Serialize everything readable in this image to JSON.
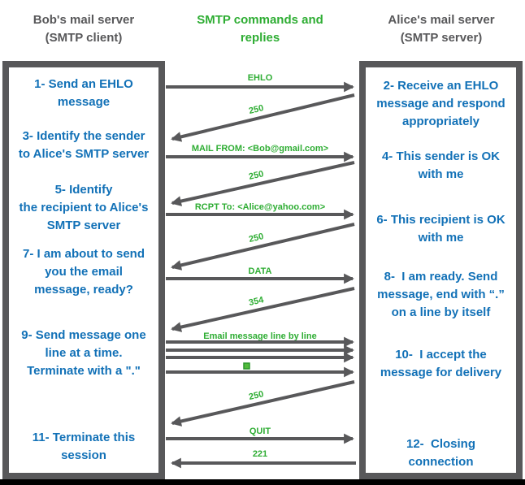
{
  "title": "SMTP client-server exchange diagram",
  "colors": {
    "gray": "#58585a",
    "green": "#2ead33",
    "blue": "#1271b7",
    "black": "#000000",
    "dot_fill": "#52bb3c",
    "dot_border": "#2b972b"
  },
  "headers": {
    "client": {
      "lines": [
        "Bob's mail server",
        "(SMTP client)"
      ]
    },
    "middle": {
      "lines": [
        "SMTP commands and",
        "replies"
      ]
    },
    "server": {
      "lines": [
        "Alice's mail server",
        "(SMTP server)"
      ]
    }
  },
  "client_box": {
    "steps": [
      {
        "lines": [
          "1- Send an EHLO",
          "message"
        ]
      },
      {
        "lines": [
          "3- Identify the sender",
          "to Alice's SMTP server"
        ]
      },
      {
        "lines": [
          "5- Identify",
          "the recipient to Alice's",
          "SMTP server"
        ]
      },
      {
        "lines": [
          "7- I am about to send",
          "you the email",
          "message, ready?"
        ]
      },
      {
        "lines": [
          "9- Send message one",
          "line at a time.",
          "Terminate with a \".\""
        ]
      },
      {
        "lines": [
          "11- Terminate this",
          "session"
        ]
      }
    ]
  },
  "server_box": {
    "steps": [
      {
        "lines": [
          "2- Receive an EHLO",
          "message and respond",
          "appropriately"
        ]
      },
      {
        "lines": [
          "4- This sender is OK",
          "with me"
        ]
      },
      {
        "lines": [
          "6- This recipient is OK",
          "with me"
        ]
      },
      {
        "lines": [
          "8-  I am ready. Send",
          "message, end with “.”",
          "on a line by itself"
        ]
      },
      {
        "lines": [
          "10-  I accept the",
          "message for delivery"
        ]
      },
      {
        "lines": [
          "12-  Closing",
          "connection"
        ]
      }
    ]
  },
  "messages": [
    {
      "label": "EHLO",
      "direction": "client-to-server",
      "kind": "command"
    },
    {
      "label": "250",
      "direction": "server-to-client",
      "kind": "reply"
    },
    {
      "label": "MAIL FROM: <Bob@gmail.com>",
      "direction": "client-to-server",
      "kind": "command"
    },
    {
      "label": "250",
      "direction": "server-to-client",
      "kind": "reply"
    },
    {
      "label": "RCPT To: <Alice@yahoo.com>",
      "direction": "client-to-server",
      "kind": "command"
    },
    {
      "label": "250",
      "direction": "server-to-client",
      "kind": "reply"
    },
    {
      "label": "DATA",
      "direction": "client-to-server",
      "kind": "command"
    },
    {
      "label": "354",
      "direction": "server-to-client",
      "kind": "reply"
    },
    {
      "label": "Email message line by line",
      "direction": "client-to-server",
      "kind": "data"
    },
    {
      "label": ".",
      "direction": "client-to-server",
      "kind": "terminating-dot"
    },
    {
      "label": "250",
      "direction": "server-to-client",
      "kind": "reply"
    },
    {
      "label": "QUIT",
      "direction": "client-to-server",
      "kind": "command"
    },
    {
      "label": "221",
      "direction": "server-to-client",
      "kind": "reply"
    }
  ]
}
